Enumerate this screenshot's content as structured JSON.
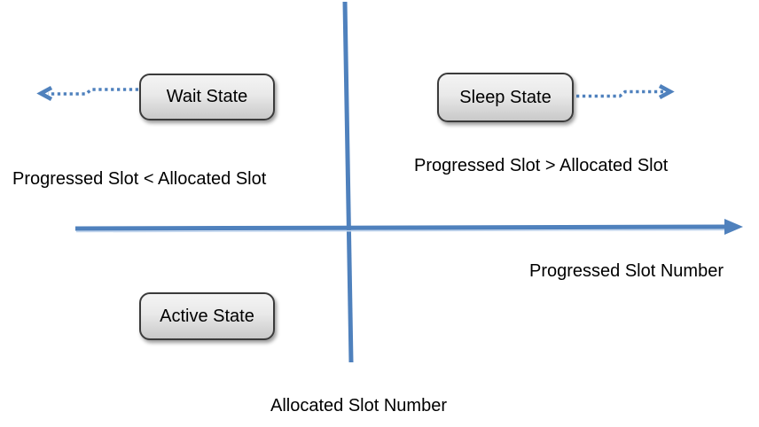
{
  "diagram": {
    "boxes": {
      "wait": {
        "label": "Wait State"
      },
      "sleep": {
        "label": "Sleep State"
      },
      "active": {
        "label": "Active State"
      }
    },
    "labels": {
      "left_condition": "Progressed Slot < Allocated Slot",
      "right_condition": "Progressed Slot > Allocated Slot",
      "x_axis": "Progressed Slot Number",
      "y_axis": "Allocated Slot Number"
    },
    "colors": {
      "axis_blue": "#4f81bd",
      "axis_highlight": "#c3d6ee",
      "box_border": "#3b3b3b",
      "box_fill_top": "#f4f4f4",
      "box_fill_bottom": "#c9c9c9",
      "text": "#000000"
    }
  }
}
